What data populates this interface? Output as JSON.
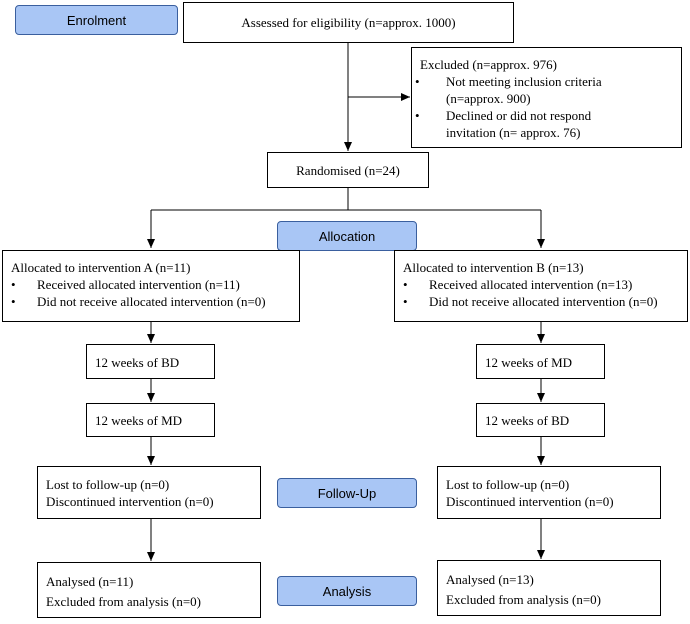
{
  "stages": {
    "enrolment": "Enrolment",
    "allocation": "Allocation",
    "follow_up": "Follow-Up",
    "analysis": "Analysis"
  },
  "assessed": "Assessed for eligibility (n=approx. 1000)",
  "excluded": {
    "title": "Excluded (n=approx. 976)",
    "item1_line1": "Not meeting inclusion criteria",
    "item1_line2": "(n=approx. 900)",
    "item2_line1": "Declined or did not respond",
    "item2_line2": "invitation (n= approx. 76)"
  },
  "randomised": "Randomised (n=24)",
  "arm_a": {
    "allocated": "Allocated to intervention A (n=11)",
    "received": "Received allocated intervention (n=11)",
    "not_received": "Did not receive allocated intervention (n=0)",
    "period1": "12 weeks of BD",
    "period2": "12 weeks of MD",
    "lost": "Lost to follow-up (n=0)",
    "discontinued": "Discontinued intervention (n=0)",
    "analysed": "Analysed (n=11)",
    "excluded_analysis": "Excluded from analysis (n=0)"
  },
  "arm_b": {
    "allocated": "Allocated to intervention B (n=13)",
    "received": "Received allocated intervention (n=13)",
    "not_received": "Did not receive allocated intervention (n=0)",
    "period1": "12 weeks of MD",
    "period2": "12 weeks of BD",
    "lost": "Lost to follow-up (n=0)",
    "discontinued": "Discontinued intervention (n=0)",
    "analysed": "Analysed (n=13)",
    "excluded_analysis": "Excluded from analysis (n=0)"
  }
}
